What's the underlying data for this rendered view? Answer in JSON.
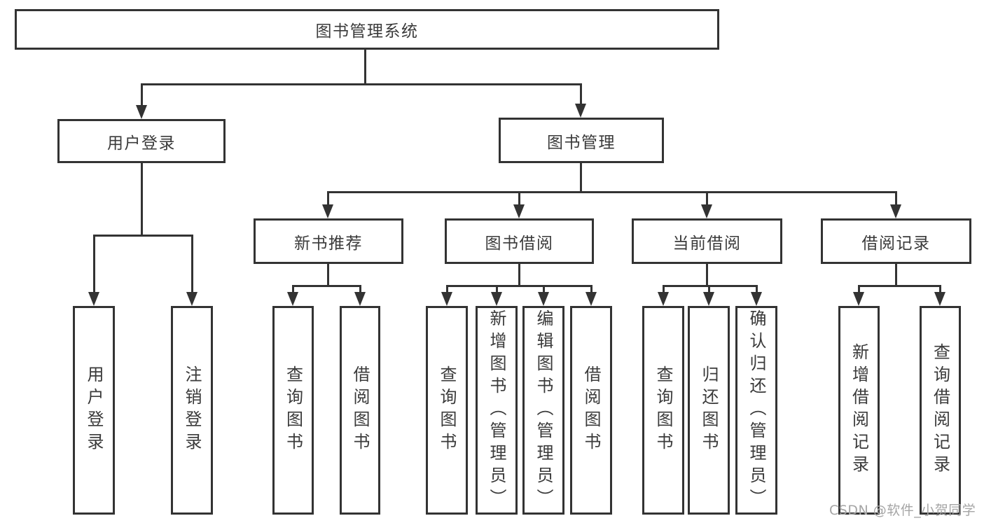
{
  "diagram": {
    "watermark": "CSDN @软件_小贺同学",
    "colors": {
      "line": "#333333",
      "text": "#3a3a3a",
      "watermark": "#a5a5a5",
      "background": "#ffffff"
    },
    "root": {
      "label": "图书管理系统"
    },
    "level2": {
      "user_login": {
        "label": "用户登录"
      },
      "book_management": {
        "label": "图书管理"
      }
    },
    "level3": {
      "new_book_recommend": {
        "label": "新书推荐"
      },
      "book_borrow": {
        "label": "图书借阅"
      },
      "current_borrow": {
        "label": "当前借阅"
      },
      "borrow_records": {
        "label": "借阅记录"
      }
    },
    "leaves": {
      "user_login_children": [
        {
          "label": "用户登录"
        },
        {
          "label": "注销登录"
        }
      ],
      "new_book_recommend_children": [
        {
          "label": "查询图书"
        },
        {
          "label": "借阅图书"
        }
      ],
      "book_borrow_children": [
        {
          "label": "查询图书"
        },
        {
          "label": "新增图书（管理员）"
        },
        {
          "label": "编辑图书（管理员）"
        },
        {
          "label": "借阅图书"
        }
      ],
      "current_borrow_children": [
        {
          "label": "查询图书"
        },
        {
          "label": "归还图书"
        },
        {
          "label": "确认归还（管理员）"
        }
      ],
      "borrow_records_children": [
        {
          "label": "新增借阅记录"
        },
        {
          "label": "查询借阅记录"
        }
      ]
    }
  }
}
